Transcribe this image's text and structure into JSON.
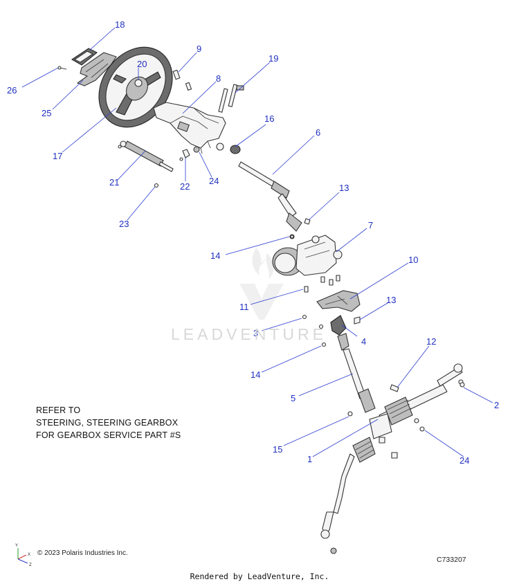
{
  "callouts": {
    "c1": "1",
    "c2": "2",
    "c3": "3",
    "c4": "4",
    "c5": "5",
    "c6": "6",
    "c7": "7",
    "c8": "8",
    "c9": "9",
    "c10": "10",
    "c11": "11",
    "c12": "12",
    "c13a": "13",
    "c13b": "13",
    "c14a": "14",
    "c14b": "14",
    "c15": "15",
    "c16": "16",
    "c17": "17",
    "c18": "18",
    "c19": "19",
    "c20": "20",
    "c21": "21",
    "c22": "22",
    "c23": "23",
    "c24a": "24",
    "c24b": "24",
    "c25": "25",
    "c26": "26"
  },
  "note": {
    "line1": "REFER TO",
    "line2": "STEERING, STEERING GEARBOX",
    "line3": "FOR GEARBOX SERVICE PART #S"
  },
  "footer": {
    "copyright": "© 2023 Polaris Industries Inc.",
    "drawing_code": "C733207",
    "rendered_by": "Rendered by LeadVenture, Inc."
  },
  "watermark": {
    "text": "LEADVENTURE"
  },
  "axis": {
    "x": "X",
    "y": "Y",
    "z": "Z"
  },
  "colors": {
    "callout": "#1f2fbf",
    "leader": "#2a3bd0",
    "line": "#333333",
    "watermark": "#d8d8d8"
  }
}
